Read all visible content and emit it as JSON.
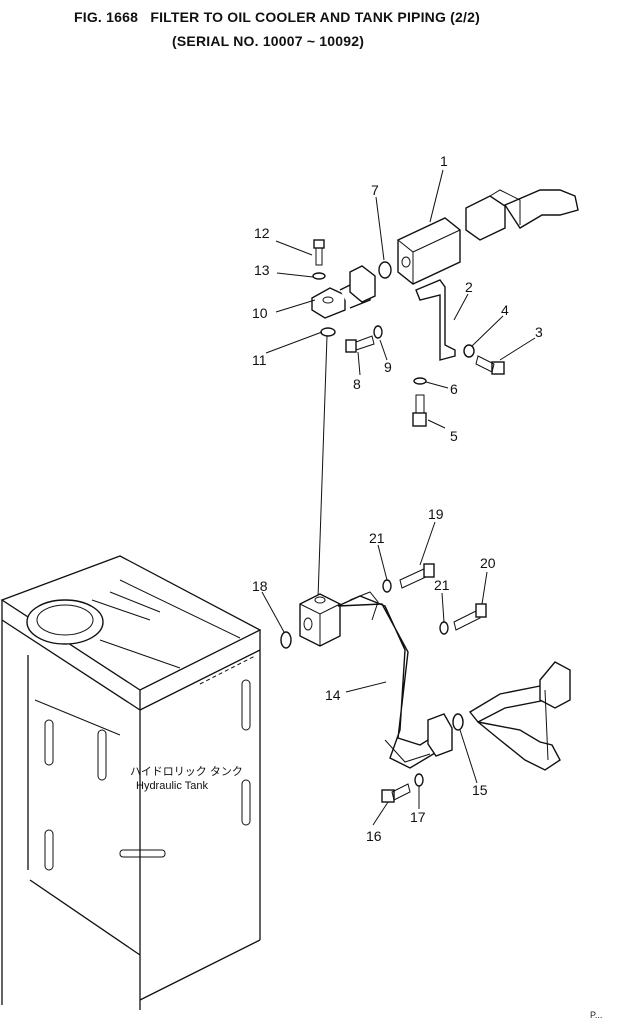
{
  "title_line1": "FIG. 1668   FILTER TO OIL COOLER AND TANK PIPING (2/2)",
  "title_line2": "(SERIAL NO. 10007 ~ 10092)",
  "tank_label_jp": "ハイドロリック タンク",
  "tank_label_en": "Hydraulic Tank",
  "callouts": [
    "1",
    "2",
    "3",
    "4",
    "5",
    "6",
    "7",
    "8",
    "9",
    "10",
    "11",
    "12",
    "13",
    "14",
    "15",
    "16",
    "17",
    "18",
    "19",
    "20",
    "21",
    "21"
  ],
  "corner_code": "P..."
}
